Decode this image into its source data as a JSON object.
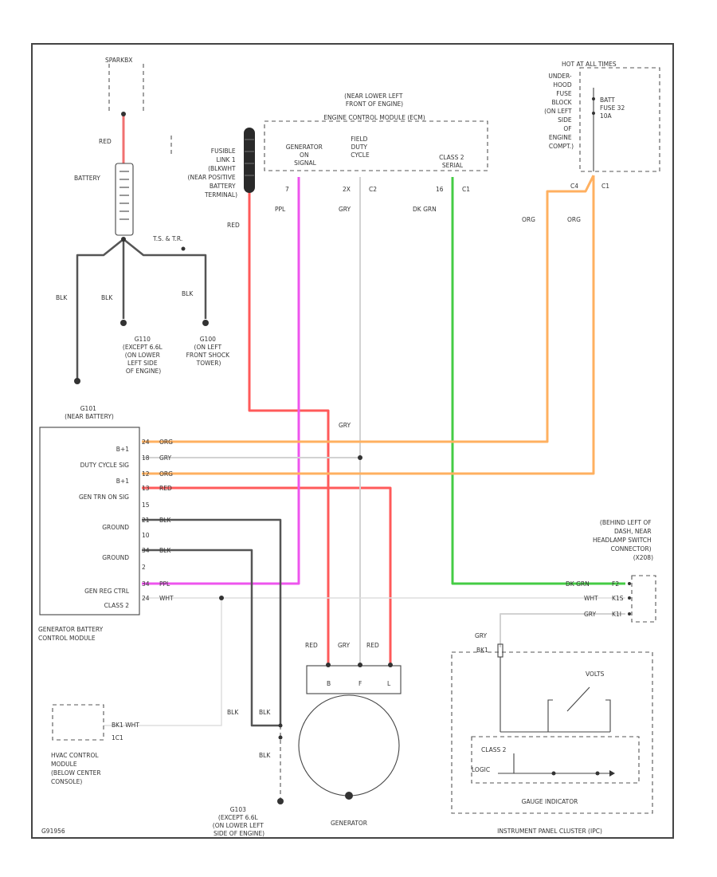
{
  "colors": {
    "red": "#ff5a5a",
    "pink": "#f07070",
    "purple": "#ee55ee",
    "gray": "#d2d2d2",
    "green": "#44cc44",
    "orange": "#ffb060",
    "black": "#555555",
    "white": "#dddddd"
  },
  "diagram_id": "G91956",
  "sparkbx": {
    "label": "SPARKBX"
  },
  "battery": {
    "wire_red": "RED",
    "label": "BATTERY",
    "wire_blk1": "BLK",
    "wire_blk2": "BLK",
    "wire_blk3": "BLK",
    "ts": "T.S. & T.R.",
    "g110": [
      "G110",
      "(EXCEPT 6.6L",
      "(ON LOWER",
      "LEFT SIDE",
      "OF ENGINE)"
    ],
    "g100": [
      "G100",
      "(ON LEFT",
      "FRONT SHOCK",
      "TOWER)"
    ]
  },
  "fusible_link": {
    "label": [
      "FUSIBLE",
      "LINK 1",
      "(BLKWHT",
      "(NEAR POSITIVE",
      "BATTERY",
      "TERMINAL)"
    ],
    "wire_red": "RED"
  },
  "ecm": {
    "location": [
      "(NEAR LOWER LEFT",
      "FRONT OF ENGINE)"
    ],
    "title": "ENGINE CONTROL MODULE (ECM)",
    "gen_on": [
      "GENERATOR",
      "ON",
      "SIGNAL"
    ],
    "field_duty": [
      "FIELD",
      "DUTY",
      "CYCLE"
    ],
    "class2": [
      "CLASS 2",
      "SERIAL"
    ],
    "pin_7": "7",
    "pin_2x": "2X",
    "pin_c2": "C2",
    "pin_16": "16",
    "pin_c1": "C1",
    "wire_ppl": "PPL",
    "wire_gry": "GRY",
    "wire_dkgrn": "DK GRN"
  },
  "hot_at_all_times": {
    "title": "HOT AT ALL TIMES",
    "location": [
      "UNDER-",
      "HOOD",
      "FUSE",
      "BLOCK",
      "(ON LEFT",
      "SIDE",
      "OF",
      "ENGINE",
      "COMPT.)"
    ],
    "fuse": [
      "BATT",
      "FUSE 32",
      "10A"
    ],
    "pin_c4": "C4",
    "pin_c1": "C1",
    "wire_org1": "ORG",
    "wire_org2": "ORG"
  },
  "gbcm": {
    "ground_ref": [
      "G101",
      "(NEAR BATTERY)"
    ],
    "title": [
      "GENERATOR BATTERY",
      "CONTROL MODULE"
    ],
    "pins": [
      {
        "label": "B+1",
        "num": "24",
        "wire": "ORG"
      },
      {
        "label": "DUTY CYCLE SIG",
        "num": "18",
        "wire": "GRY"
      },
      {
        "label": "B+1",
        "num": "12",
        "wire": "ORG"
      },
      {
        "label": "GEN TRN ON SIG",
        "num": "13",
        "wire": "RED"
      },
      {
        "label": "",
        "num": "15",
        "wire": ""
      },
      {
        "label": "GROUND",
        "num": "21",
        "wire": "BLK"
      },
      {
        "label": "",
        "num": "10",
        "wire": ""
      },
      {
        "label": "GROUND",
        "num": "34",
        "wire": "BLK"
      },
      {
        "label": "",
        "num": "2",
        "wire": ""
      },
      {
        "label": "GEN REG CTRL",
        "num": "34",
        "wire": "PPL"
      },
      {
        "label": "CLASS 2",
        "num": "24",
        "wire": "WHT"
      }
    ],
    "wire_gry_top": "GRY"
  },
  "connector": {
    "location": [
      "(BEHIND LEFT OF",
      "DASH, NEAR",
      "HEADLAMP SWITCH",
      "CONNECTOR)",
      "(X208)"
    ],
    "rows": [
      {
        "wire": "DK GRN",
        "pin": "F2"
      },
      {
        "wire": "WHT",
        "pin": "K1S"
      },
      {
        "wire": "GRY",
        "pin": "K1I"
      }
    ]
  },
  "generator": {
    "wire_red1": "RED",
    "wire_gry": "GRY",
    "wire_red2": "RED",
    "term_b": "B",
    "term_f": "F",
    "term_l": "L",
    "label": "GENERATOR"
  },
  "hvac": {
    "wire": "BK1 WHT",
    "pin": "1C1",
    "wire_blk1": "BLK",
    "wire_blk2": "BLK",
    "label": [
      "HVAC CONTROL",
      "MODULE",
      "(BELOW CENTER",
      "CONSOLE)"
    ]
  },
  "g103": {
    "wire_blk": "BLK",
    "label": [
      "G103",
      "(EXCEPT 6.6L",
      "(ON LOWER LEFT",
      "SIDE OF ENGINE)"
    ]
  },
  "ipc": {
    "wire_gry": "GRY",
    "pin": "BK1",
    "volts": "VOLTS",
    "class2": "CLASS 2",
    "logic": "LOGIC",
    "indicator": "GAUGE INDICATOR",
    "title": "INSTRUMENT PANEL CLUSTER (IPC)"
  }
}
